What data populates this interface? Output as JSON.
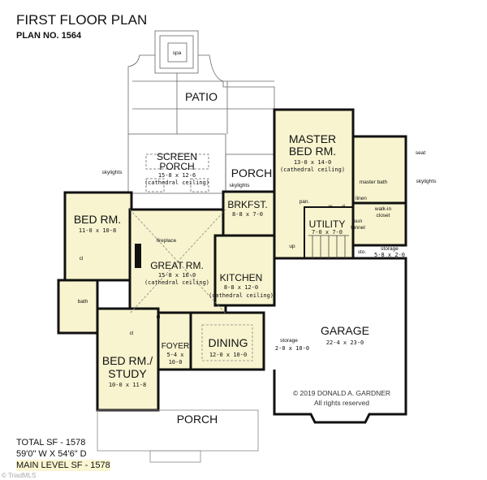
{
  "header": {
    "title": "FIRST FLOOR PLAN",
    "plan_no": "PLAN NO. 1564"
  },
  "colors": {
    "room_fill": "#f8f4cf",
    "wall": "#111111",
    "background": "#ffffff"
  },
  "rooms": {
    "spa": "spa",
    "patio": "PATIO",
    "screen_porch": {
      "name1": "SCREEN",
      "name2": "PORCH",
      "dims": "15-8 x 12-6",
      "note": "(cathedral ceiling)"
    },
    "rear_porch": "PORCH",
    "skylights": "skylights",
    "brkfst": {
      "name": "BRKFST.",
      "dims": "8-8 x 7-0"
    },
    "master": {
      "name1": "MASTER",
      "name2": "BED RM.",
      "dims": "13-0 x 14-0",
      "note": "(cathedral ceiling)"
    },
    "master_bath": "master bath",
    "seat": "seat",
    "linen": "linen",
    "pan": "pan.",
    "washer": "w",
    "dryer": "d",
    "walk_in_closet1": "walk-in",
    "walk_in_closet2": "closet",
    "sun_tunnel1": "sun",
    "sun_tunnel2": "tunnel",
    "utility": {
      "name": "UTILITY",
      "dims": "7-0 x 7-0"
    },
    "up": "up",
    "sto": "sto.",
    "storage_right": {
      "name": "storage",
      "dims": "5-8 x 2-0"
    },
    "bed": {
      "name": "BED RM.",
      "dims": "11-0 x 10-8"
    },
    "fireplace": "fireplace",
    "cl": "cl",
    "bath": "bath",
    "great": {
      "name": "GREAT RM.",
      "dims": "15-8 x 16-0",
      "note": "(cathedral ceiling)"
    },
    "kitchen": {
      "name": "KITCHEN",
      "dims": "8-8 x 12-0",
      "note": "(cathedral ceiling)"
    },
    "garage": {
      "name": "GARAGE",
      "dims": "22-4 x 23-0"
    },
    "storage_garage": {
      "name": "storage",
      "dims": "2-0 x 10-0"
    },
    "foyer": {
      "name": "FOYER",
      "dims1": "5-4 x",
      "dims2": "10-0"
    },
    "dining": {
      "name": "DINING",
      "dims": "12-0 x 10-0"
    },
    "study": {
      "name1": "BED RM./",
      "name2": "STUDY",
      "dims": "10-0 x 11-8"
    },
    "front_porch": "PORCH"
  },
  "copyright": {
    "line1": "© 2019 DONALD A. GARDNER",
    "line2": "All rights reserved"
  },
  "stats": {
    "total": "TOTAL SF - 1578",
    "dims": "59'0\" W X 54'6\" D",
    "main": "MAIN LEVEL SF - 1578"
  },
  "watermark": "© TriadMLS"
}
